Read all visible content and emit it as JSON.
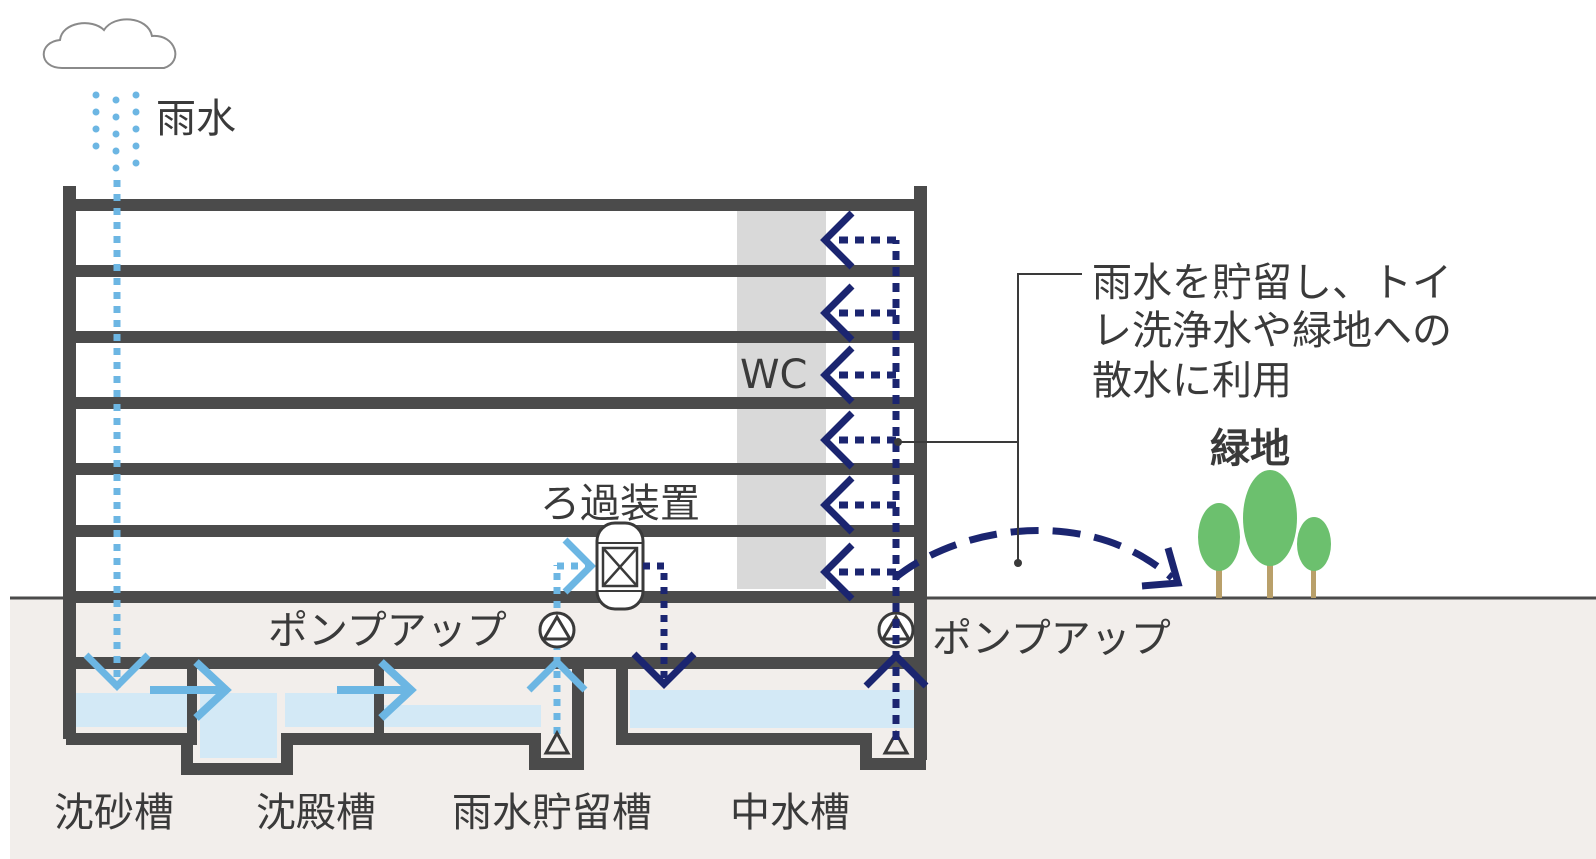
{
  "labels": {
    "rain": "雨水",
    "wc": "WC",
    "filter": "ろ過装置",
    "pump_left": "ポンプアップ",
    "pump_right": "ポンプアップ",
    "description": [
      "雨水を貯留し、トイ",
      "レ洗浄水や緑地への",
      "散水に利用"
    ],
    "green": "緑地",
    "tank_sand": "沈砂槽",
    "tank_settle": "沈殿槽",
    "tank_storage": "雨水貯留槽",
    "tank_gray": "中水槽"
  },
  "colors": {
    "rainwater": "#6cb6e3",
    "graywater": "#1b2570",
    "structure": "#4b4b4b",
    "ground": "#f2eeeb",
    "tank_water": "#d3e9f6",
    "wc_zone": "#d9d9d9",
    "tree": "#6cc06e",
    "trunk": "#b9a06a"
  },
  "floors": 7
}
